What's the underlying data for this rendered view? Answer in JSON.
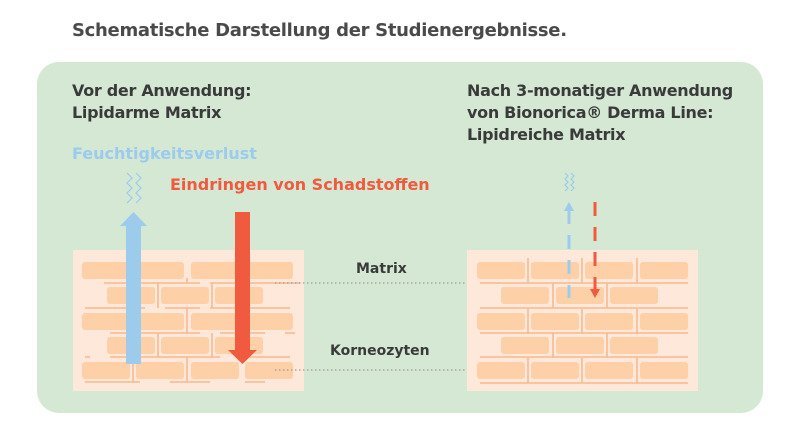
{
  "title": "Schematische Darstellung der Studienergebnisse.",
  "before": {
    "line1": "Vor der Anwendung:",
    "line2": "Lipidarme Matrix"
  },
  "after": {
    "line1": "Nach 3-monatiger Anwendung",
    "line2": "von Bionorica® Derma Line:",
    "line3": "Lipidreiche Matrix"
  },
  "labels": {
    "moisture_loss": "Feuchtigkeitsverlust",
    "pollutant_penetration": "Eindringen von Schadstoffen",
    "matrix": "Matrix",
    "corneocytes": "Korneozyten"
  },
  "colors": {
    "panel": "#d4e8d4",
    "wall": "#fde8da",
    "brick": "#fdd0a8",
    "mortar": "#f6b98c",
    "moisture": "#9ccbec",
    "pollutant": "#f05a3e"
  }
}
